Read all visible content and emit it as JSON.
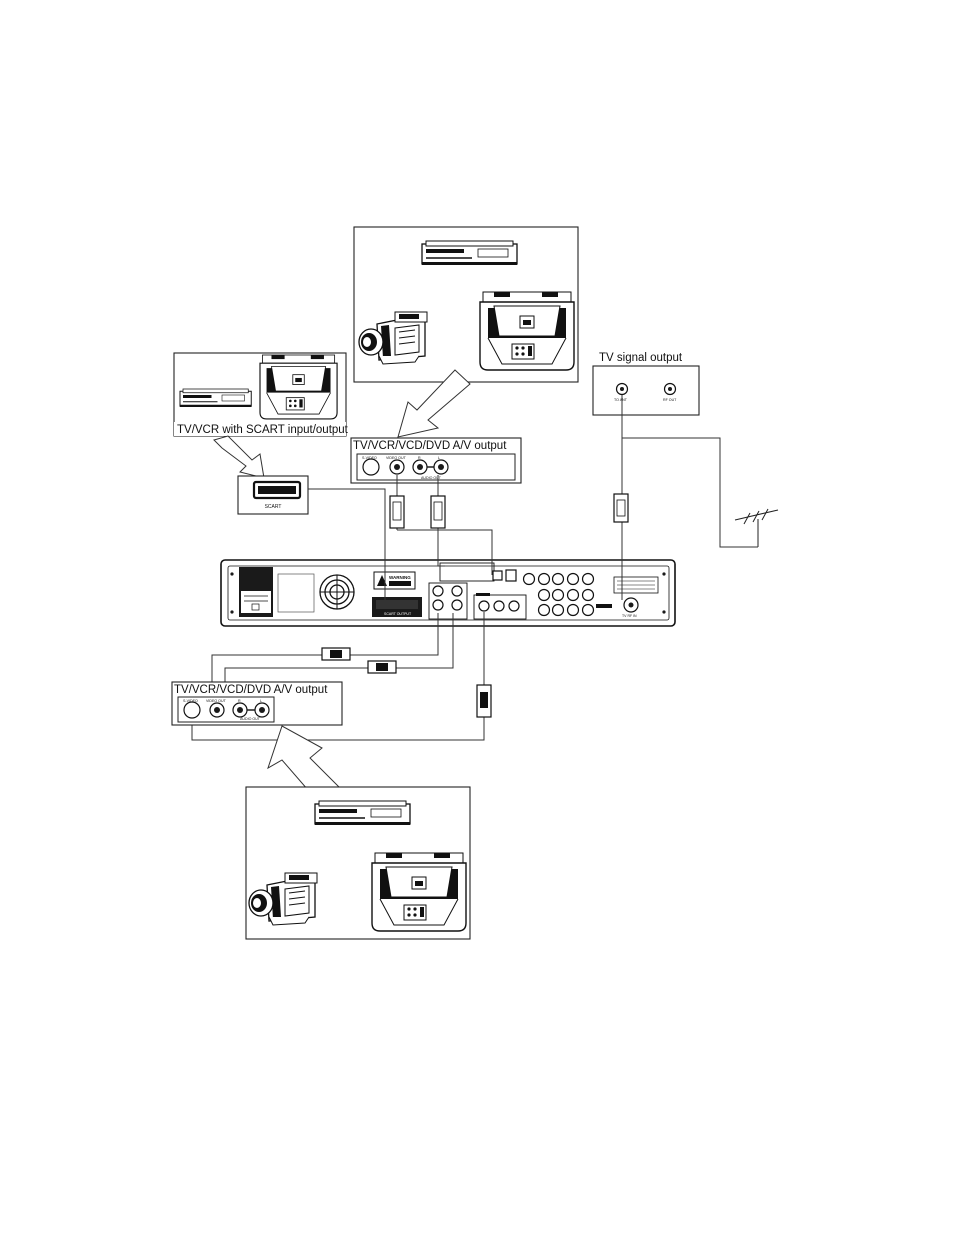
{
  "labels": {
    "scart_panel_title": "TV/VCR with SCART input/output",
    "scart_connector": "SCART",
    "av_top_title": "TV/VCR/VCD/DVD A/V output",
    "av_bottom_title": "TV/VCR/VCD/DVD A/V output",
    "tv_signal_title": "TV signal output",
    "jack_svideo": "S-VIDEO",
    "jack_video_out": "VIDEO OUT",
    "jack_r": "R",
    "jack_l": "L",
    "audio_out": "AUDIO OUT",
    "rf_in_tv": "TO ANT",
    "rf_out": "RF OUT",
    "warning": "WARNING",
    "scart_output_label": "SCART OUTPUT",
    "tv_rf_in": "TV RF IN"
  },
  "icons": [
    "vcr-icon",
    "tv-icon",
    "camcorder-icon",
    "antenna-icon",
    "fan-icon"
  ]
}
